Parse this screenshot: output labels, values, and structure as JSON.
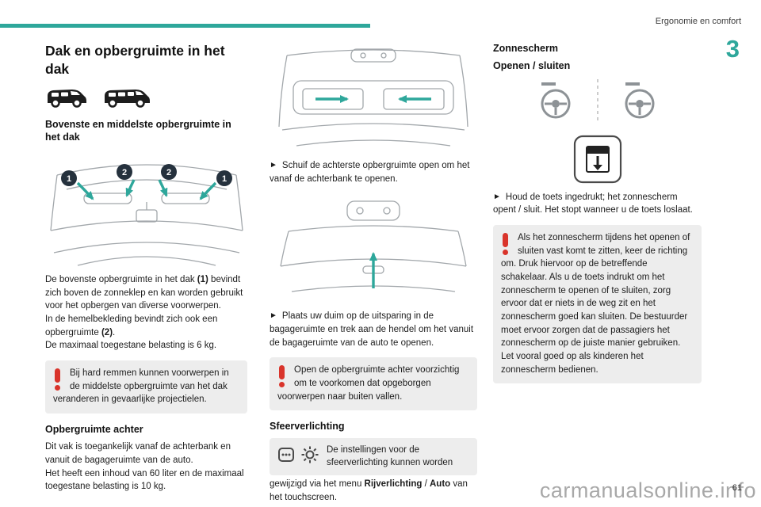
{
  "page": {
    "header": "Ergonomie en comfort",
    "chapter": "3",
    "page_number": "61",
    "watermark": "carmanualsonline.info",
    "bullet": "►"
  },
  "colors": {
    "accent": "#2EA79B",
    "warning_red": "#d9342b",
    "box_grey": "#ededed"
  },
  "col1": {
    "title": "Dak en opbergruimte in het dak",
    "sub1": "Bovenste en middelste opbergruimte in het dak",
    "badges": [
      "1",
      "2",
      "2",
      "1"
    ],
    "p1_pre": "De bovenste opbergruimte in het dak ",
    "p1_bold": "(1)",
    "p1_post": " bevindt zich boven de zonneklep en kan worden gebruikt voor het opbergen van diverse voorwerpen.",
    "p2_pre": "In de hemelbekleding bevindt zich ook een opbergruimte ",
    "p2_bold": "(2)",
    "p2_post": ".",
    "p3": "De maximaal toegestane belasting is 6 kg.",
    "warning": "Bij hard remmen kunnen voorwerpen in de middelste opbergruimte van het dak veranderen in gevaarlijke projectielen.",
    "sub2": "Opbergruimte achter",
    "p4": "Dit vak is toegankelijk vanaf de achterbank en vanuit de bagageruimte van de auto.",
    "p5": "Het heeft een inhoud van 60 liter en de maximaal toegestane belasting is 10 kg."
  },
  "col2": {
    "step1": "Schuif de achterste opbergruimte open om het vanaf de achterbank te openen.",
    "step2": "Plaats uw duim op de uitsparing in de bagageruimte en trek aan de hendel om het vanuit de bagageruimte van de auto te openen.",
    "warning": "Open de opbergruimte achter voorzichtig om te voorkomen dat opgeborgen voorwerpen naar buiten vallen.",
    "ambient_title": "Sfeerverlichting",
    "ambient_box_text": "De instellingen voor de sfeerverlichting kunnen worden",
    "ambient_cont_pre": "gewijzigd via het menu ",
    "ambient_menu1": "Rijverlichting",
    "ambient_sep": " / ",
    "ambient_menu2": "Auto",
    "ambient_cont_post": " van het touchscreen."
  },
  "col3": {
    "title": "Zonnescherm",
    "sub": "Openen / sluiten",
    "step1": "Houd de toets ingedrukt; het zonnescherm opent / sluit. Het stopt wanneer u de toets loslaat.",
    "warning": "Als het zonnescherm tijdens het openen of sluiten vast komt te zitten, keer de richting om. Druk hiervoor op de betreffende schakelaar. Als u de toets indrukt om het zonnescherm te openen of te sluiten, zorg ervoor dat er niets in de weg zit en het zonnescherm goed kan sluiten. De bestuurder moet ervoor zorgen dat de passagiers het zonnescherm op de juiste manier gebruiken. Let vooral goed op als kinderen het zonnescherm bedienen."
  }
}
